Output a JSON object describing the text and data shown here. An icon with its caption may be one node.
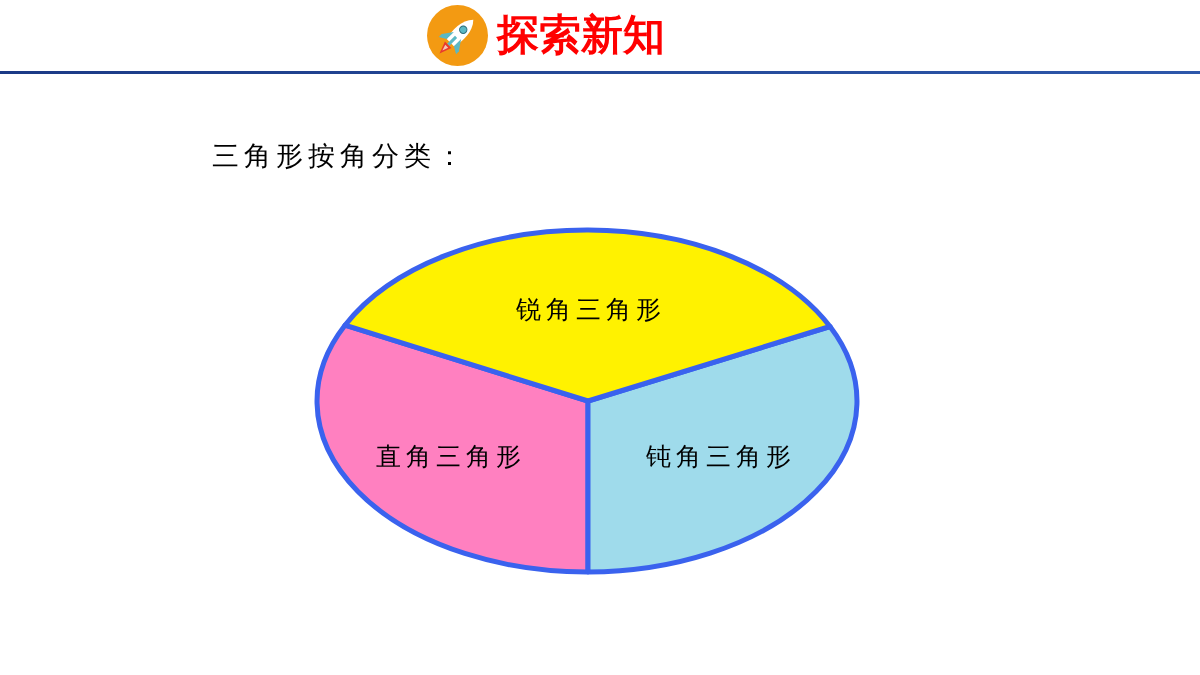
{
  "diagram": {
    "title": "探索新知",
    "nodes": [
      {
        "text": [
          "锐角三角形"
        ]
      },
      {
        "text": [
          "直角三角形"
        ]
      },
      {
        "text": [
          "钝角三角形"
        ]
      }
    ],
    "labels": [
      "三角形按角分类："
    ]
  }
}
